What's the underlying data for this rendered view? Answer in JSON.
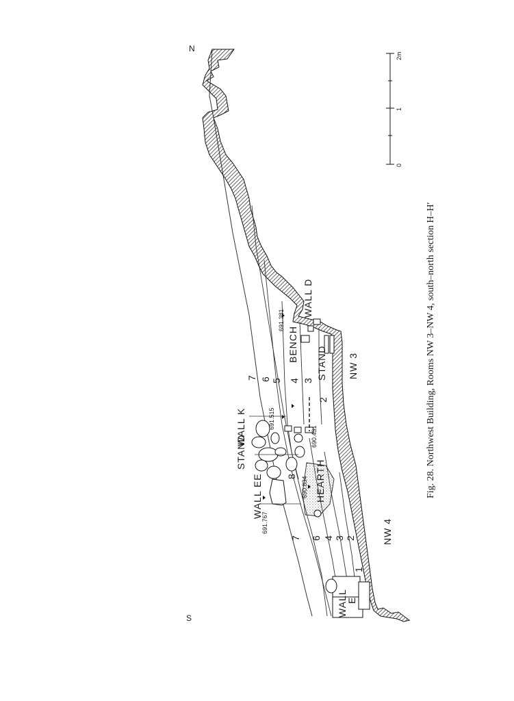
{
  "caption": "Fig. 28. Northwest Building, Rooms NW 3–NW 4, south–north section H–H′",
  "compass": {
    "north": "N",
    "south": "S"
  },
  "scale_bar": {
    "label_0": "0",
    "label_1": "1",
    "label_2": "2m"
  },
  "walls": {
    "wall_d": "WALL D",
    "wall_k": "WALL K",
    "wall_ee": "WALL EE",
    "wall_e_1": "WALL",
    "wall_e_2": "E"
  },
  "features": {
    "bench": "BENCH",
    "stand_nw3": "STAND",
    "stand_k": "STAND",
    "hearth": "HEARTH"
  },
  "rooms": {
    "nw3": "NW 3",
    "nw4": "NW 4"
  },
  "elevations": {
    "e691381": "691.381",
    "e691515": "691.515",
    "e690431": "690.431",
    "e690834": "690.834",
    "e691767": "691.767"
  },
  "layers_nw3": {
    "l7": "7",
    "l6": "6",
    "l5": "5",
    "l4": "4",
    "l3": "3",
    "l2": "2"
  },
  "layers_nw4": {
    "l8": "8",
    "l7": "7",
    "l6": "6",
    "l4": "4",
    "l3": "3",
    "l2": "2",
    "l1": "1"
  }
}
